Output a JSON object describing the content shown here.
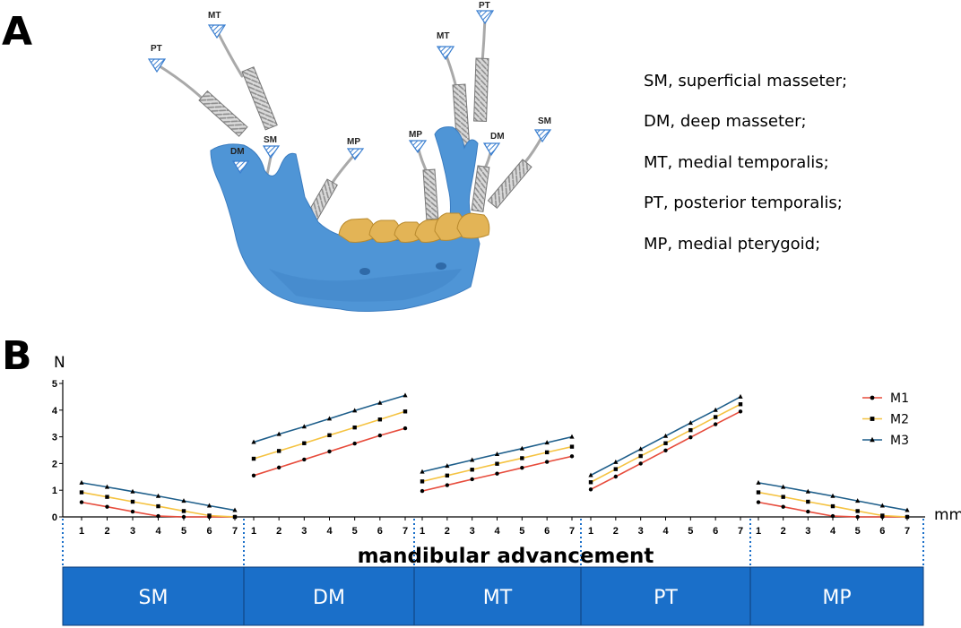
{
  "panel_a": {
    "letter": "A",
    "labels": [
      {
        "key": "pt_left",
        "text": "PT"
      },
      {
        "key": "mt_left",
        "text": "MT"
      },
      {
        "key": "dm_left",
        "text": "DM"
      },
      {
        "key": "sm_left",
        "text": "SM"
      },
      {
        "key": "mp_left",
        "text": "MP"
      },
      {
        "key": "mt_right",
        "text": "MT"
      },
      {
        "key": "pt_right",
        "text": "PT"
      },
      {
        "key": "mp_right",
        "text": "MP"
      },
      {
        "key": "dm_right",
        "text": "DM"
      },
      {
        "key": "sm_right",
        "text": "SM"
      }
    ],
    "abbreviations": [
      "SM, superficial masseter;",
      "DM, deep masseter;",
      "MT, medial temporalis;",
      "PT, posterior temporalis;",
      "MP, medial pterygoid;"
    ],
    "colors": {
      "bone": "#4f95d6",
      "teeth": "#e3b456",
      "spring": "#c8c8c8"
    }
  },
  "panel_b": {
    "letter": "B",
    "bar_color": "#1a6fc9",
    "series_colors": {
      "M1": "#e74c3c",
      "M2": "#f5c342",
      "M3": "#1f5f8b"
    }
  },
  "chart_data": {
    "type": "line",
    "ylabel": "N",
    "xlabel_unit": "mm",
    "xtitle": "mandibular advancement",
    "ylim": [
      0,
      5
    ],
    "yticks": [
      "0",
      "1",
      "2",
      "3",
      "4",
      "5"
    ],
    "x": [
      1,
      2,
      3,
      4,
      5,
      6,
      7
    ],
    "legend": [
      "M1",
      "M2",
      "M3"
    ],
    "legend_position": "right",
    "groups": [
      {
        "name": "SM",
        "series": [
          {
            "name": "M1",
            "values": [
              0.55,
              0.38,
              0.2,
              0.03,
              0.0,
              0.0,
              0.0
            ]
          },
          {
            "name": "M2",
            "values": [
              0.92,
              0.75,
              0.57,
              0.4,
              0.22,
              0.05,
              0.0
            ]
          },
          {
            "name": "M3",
            "values": [
              1.28,
              1.12,
              0.95,
              0.78,
              0.6,
              0.42,
              0.25
            ]
          }
        ]
      },
      {
        "name": "DM",
        "series": [
          {
            "name": "M1",
            "values": [
              1.55,
              1.85,
              2.15,
              2.45,
              2.75,
              3.05,
              3.32
            ]
          },
          {
            "name": "M2",
            "values": [
              2.18,
              2.47,
              2.76,
              3.06,
              3.35,
              3.65,
              3.95
            ]
          },
          {
            "name": "M3",
            "values": [
              2.8,
              3.1,
              3.38,
              3.68,
              3.98,
              4.27,
              4.55
            ]
          }
        ]
      },
      {
        "name": "MT",
        "series": [
          {
            "name": "M1",
            "values": [
              0.97,
              1.19,
              1.41,
              1.62,
              1.84,
              2.06,
              2.27
            ]
          },
          {
            "name": "M2",
            "values": [
              1.33,
              1.55,
              1.77,
              1.99,
              2.2,
              2.42,
              2.63
            ]
          },
          {
            "name": "M3",
            "values": [
              1.69,
              1.91,
              2.13,
              2.35,
              2.56,
              2.78,
              3.0
            ]
          }
        ]
      },
      {
        "name": "PT",
        "series": [
          {
            "name": "M1",
            "values": [
              1.03,
              1.51,
              2.0,
              2.49,
              2.98,
              3.47,
              3.95
            ]
          },
          {
            "name": "M2",
            "values": [
              1.3,
              1.79,
              2.28,
              2.76,
              3.25,
              3.74,
              4.22
            ]
          },
          {
            "name": "M3",
            "values": [
              1.56,
              2.05,
              2.54,
              3.03,
              3.52,
              4.0,
              4.5
            ]
          }
        ]
      },
      {
        "name": "MP",
        "series": [
          {
            "name": "M1",
            "values": [
              0.55,
              0.38,
              0.2,
              0.03,
              0.0,
              0.0,
              0.0
            ]
          },
          {
            "name": "M2",
            "values": [
              0.92,
              0.75,
              0.57,
              0.4,
              0.22,
              0.05,
              0.0
            ]
          },
          {
            "name": "M3",
            "values": [
              1.28,
              1.12,
              0.95,
              0.78,
              0.6,
              0.42,
              0.25
            ]
          }
        ]
      }
    ]
  }
}
